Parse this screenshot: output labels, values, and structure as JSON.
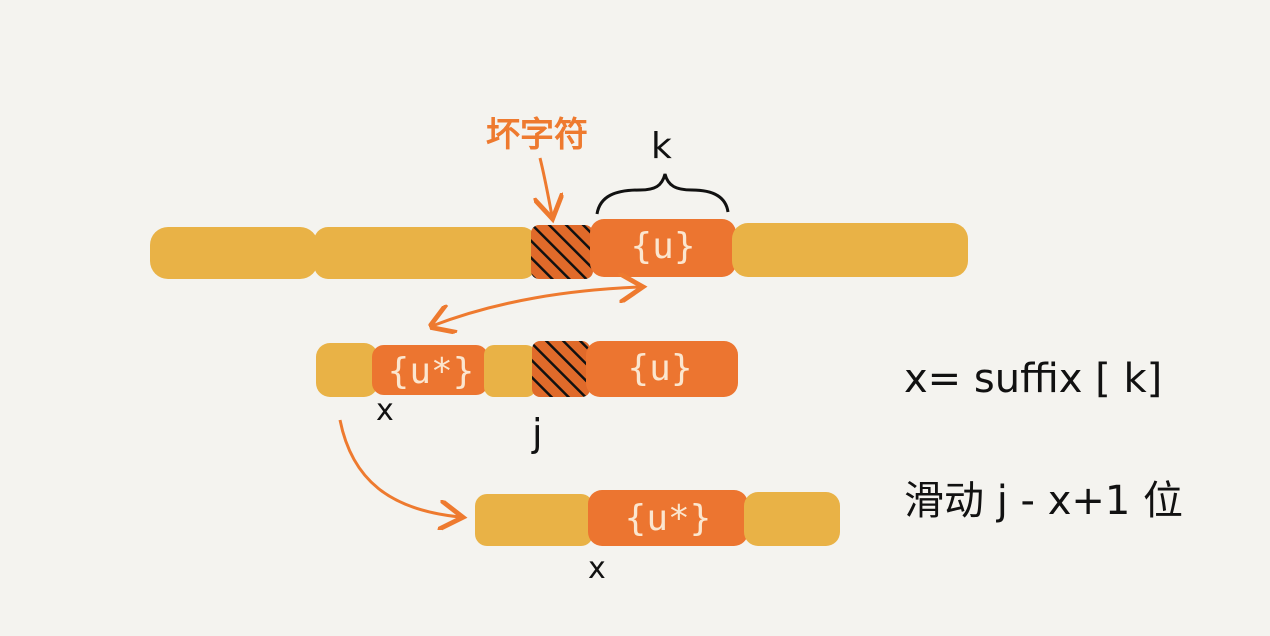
{
  "colors": {
    "background": "#f4f3ef",
    "pattern_segment": "#e9b246",
    "match_segment": "#ec7530",
    "bad_char": "#e06a2a",
    "annotation": "#ee7a2f",
    "ink": "#111111"
  },
  "labels": {
    "bad_char": "坏字符",
    "k": "k",
    "u": "{u}",
    "u_star": "{u*}",
    "x": "x",
    "j": "j",
    "formula": "x= suffix [ k]",
    "slide": "滑动 j - x+1 位"
  }
}
